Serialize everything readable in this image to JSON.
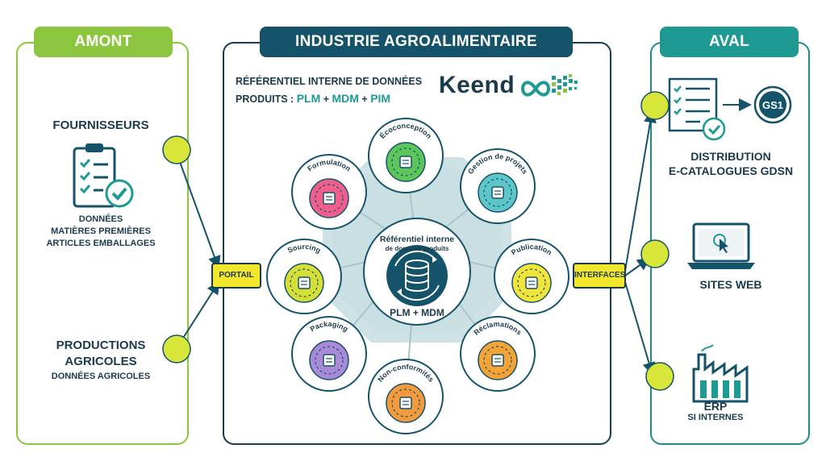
{
  "amont": {
    "title": "AMONT",
    "fournisseurs": "FOURNISSEURS",
    "donnees_lines": [
      "DONNÉES",
      "MATIÈRES PREMIÈRES",
      "ARTICLES EMBALLAGES"
    ],
    "productions_lines": [
      "PRODUCTIONS",
      "AGRICOLES"
    ],
    "donnees_agricoles": "DONNÉES AGRICOLES"
  },
  "industrie": {
    "title": "INDUSTRIE AGROALIMENTAIRE",
    "ref_line1": "RÉFÉRENTIEL INTERNE DE DONNÉES",
    "ref_line2_prefix": "PRODUITS : ",
    "ref_plm": "PLM",
    "ref_plus1": " + ",
    "ref_mdm": "MDM",
    "ref_plus2": " + ",
    "ref_pim": "PIM",
    "logo_text": "Keend",
    "hub_label_top": "Référentiel interne",
    "hub_label_sub": "de données produits",
    "hub_bottom": "PLM + MDM",
    "modules": [
      {
        "label": "Écoconception",
        "color": "#5cc65a",
        "icon": "leaf-icon"
      },
      {
        "label": "Gestion de projets",
        "color": "#5ec6c9",
        "icon": "project-icon"
      },
      {
        "label": "Publication",
        "color": "#f1e53a",
        "icon": "share-document-icon"
      },
      {
        "label": "Réclamations",
        "color": "#f6a335",
        "icon": "phone-mail-icon"
      },
      {
        "label": "Non-conformités",
        "color": "#f39a3c",
        "icon": "bottle-reject-icon"
      },
      {
        "label": "Packaging",
        "color": "#a98ad8",
        "icon": "package-icon"
      },
      {
        "label": "Sourcing",
        "color": "#d6df36",
        "icon": "sourcing-icon"
      },
      {
        "label": "Formulation",
        "color": "#ef5e8c",
        "icon": "formulation-icon"
      }
    ]
  },
  "connectors": {
    "portail": "PORTAIL",
    "interfaces": "INTERFACES"
  },
  "aval": {
    "title": "AVAL",
    "gs1": "GS1",
    "distribution_lines": [
      "DISTRIBUTION",
      "E-CATALOGUES GDSN"
    ],
    "sites_web": "SITES WEB",
    "erp": "ERP",
    "si_internes": "SI INTERNES"
  },
  "colors": {
    "green": "#8cc63f",
    "teal": "#1f8a8a",
    "navy": "#1b3a4b",
    "dark_teal": "#14536a",
    "yellow_dot": "#d8e63a",
    "hub_bg": "#c9dfe2"
  }
}
